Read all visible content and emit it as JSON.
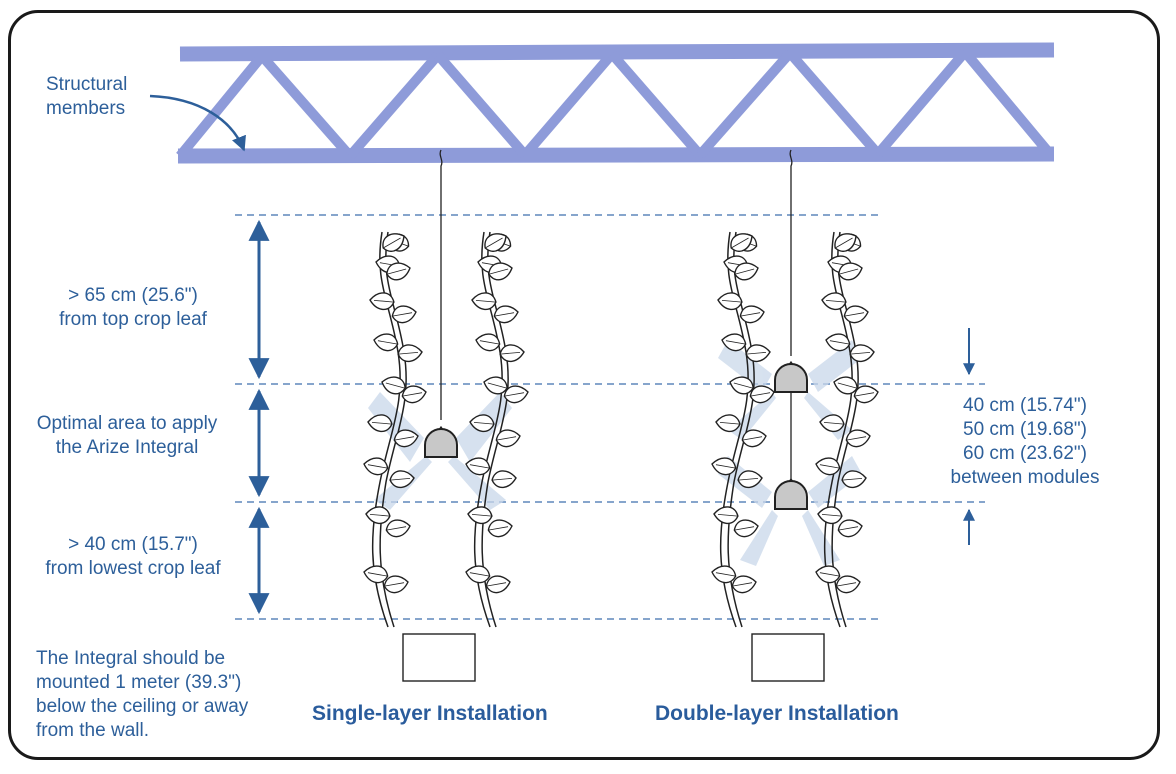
{
  "labels": {
    "structural": [
      "Structural",
      "members"
    ],
    "top_gap": [
      "> 65 cm (25.6\")",
      "from top crop leaf"
    ],
    "optimal": [
      "Optimal area to apply",
      "the Arize Integral"
    ],
    "bottom_gap": [
      "> 40 cm (15.7\")",
      "from lowest crop leaf"
    ],
    "mounting_note": [
      "The Integral should be",
      "mounted 1 meter (39.3\")",
      "below the ceiling or away",
      "from the wall."
    ],
    "module_spacing": [
      "40 cm (15.74\")",
      "50 cm (19.68\")",
      "60 cm (23.62\")",
      "between modules"
    ]
  },
  "titles": {
    "single": "Single-layer Installation",
    "double": "Double-layer Installation"
  },
  "colors": {
    "truss": "#8e9bd9",
    "accent_blue": "#2d5f9a",
    "dashed_line": "#3f6fae",
    "module_fill": "#c8c8c8",
    "light_beam": "#c9d8ea",
    "leaf_outline": "#222222"
  },
  "icons": [
    "truss",
    "plant-vine-icon",
    "lamp-module-icon",
    "pot-icon",
    "double-arrow-icon",
    "curved-arrow-icon"
  ]
}
